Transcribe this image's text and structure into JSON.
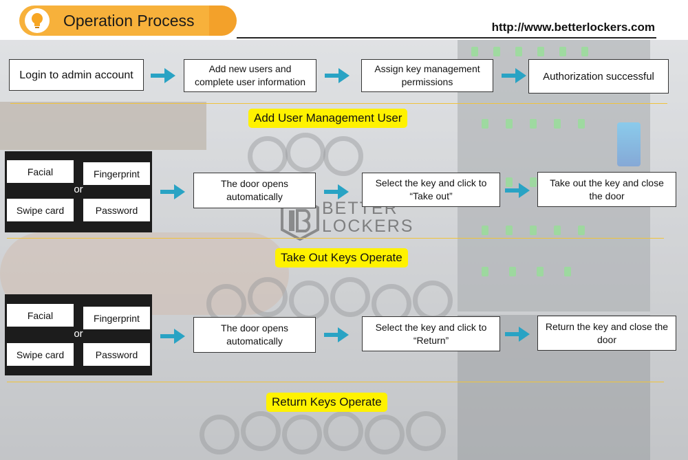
{
  "header": {
    "title": "Operation Process",
    "url": "http://www.betterlockers.com"
  },
  "watermark": {
    "line1": "BETTER",
    "line2": "LOCKERS"
  },
  "add_user": {
    "steps": [
      "Login to admin account",
      "Add new users and complete user information",
      "Assign key management permissions",
      "Authorization successful"
    ],
    "label": "Add User Management User"
  },
  "take_out": {
    "auth": {
      "facial": "Facial",
      "fingerprint": "Fingerprint",
      "or": "or",
      "swipe": "Swipe card",
      "password": "Password"
    },
    "steps": [
      "The door opens automatically",
      "Select the key and click to “Take out”",
      "Take out the key and close the door"
    ],
    "label": "Take Out Keys Operate"
  },
  "return": {
    "auth": {
      "facial": "Facial",
      "fingerprint": "Fingerprint",
      "or": "or",
      "swipe": "Swipe card",
      "password": "Password"
    },
    "steps": [
      "The door opens automatically",
      "Select the key and click to “Return”",
      "Return the key and close the door"
    ],
    "label": "Return Keys Operate"
  },
  "colors": {
    "accent": "#f7b13b",
    "arrow": "#29a3c4",
    "highlight": "#fff200",
    "rule": "#f0c33a"
  }
}
